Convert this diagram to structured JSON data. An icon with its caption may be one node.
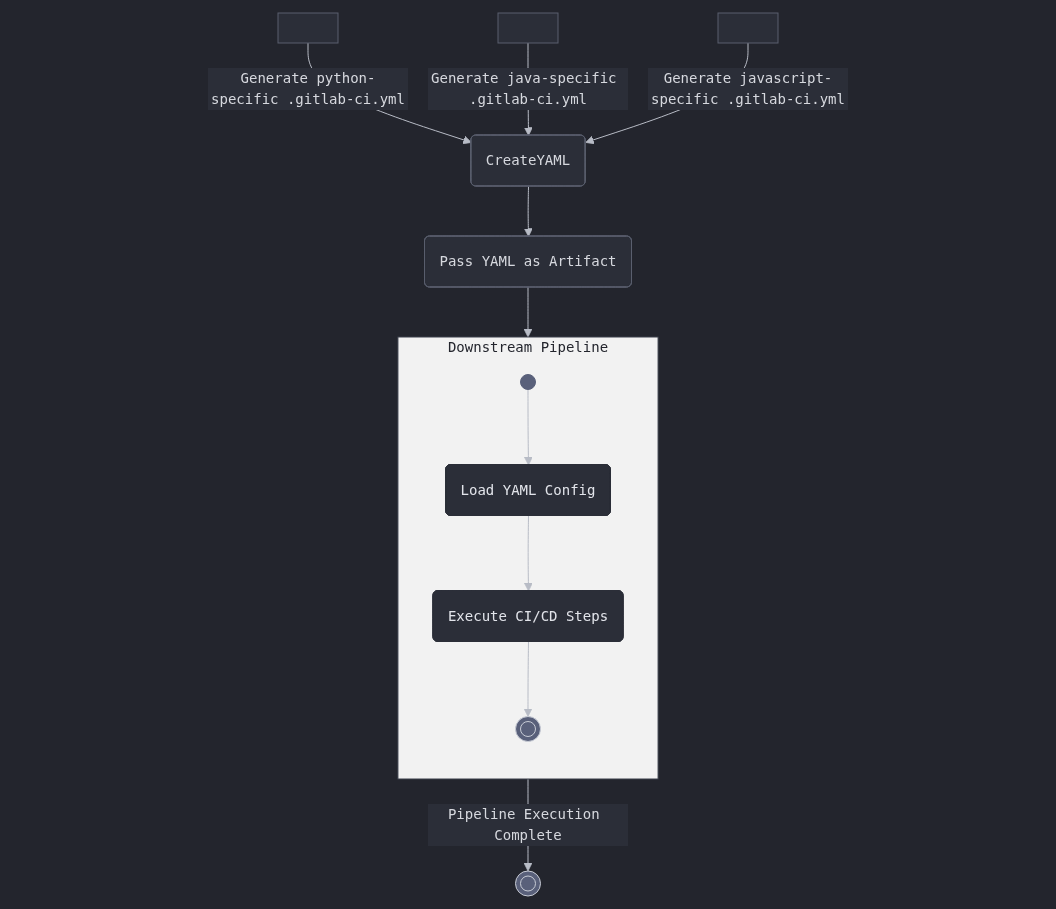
{
  "diagram": {
    "nodes": [
      {
        "text": [],
        "shape": "box"
      },
      {
        "text": [],
        "shape": "box"
      },
      {
        "text": [],
        "shape": "box"
      },
      {
        "text": [
          "CreateYAML"
        ]
      },
      {
        "text": [
          "Pass YAML as Artifact"
        ]
      },
      {
        "text": [
          "Downstream Pipeline"
        ]
      },
      {
        "text": [],
        "shape": "circle",
        "in": 5
      },
      {
        "text": [
          "Load YAML Config"
        ],
        "in": 5
      },
      {
        "text": [
          "Execute CI/CD Steps"
        ],
        "in": 5
      },
      {
        "text": [],
        "shape": "circle",
        "in": 5
      },
      {
        "text": [],
        "shape": "circle"
      }
    ],
    "edges": [
      {
        "from": 0,
        "to": 3,
        "arrow": "to",
        "label": "Generate python-specific .gitlab-ci.yml"
      },
      {
        "from": 1,
        "to": 3,
        "arrow": "to",
        "label": "Generate java-specific .gitlab-ci.yml"
      },
      {
        "from": 2,
        "to": 3,
        "arrow": "to",
        "label": "Generate javascript-specific .gitlab-ci.yml"
      },
      {
        "from": 3,
        "to": 4,
        "arrow": "to"
      },
      {
        "from": 4,
        "to": 5,
        "arrow": "to"
      },
      {
        "from": 6,
        "to": 7,
        "arrow": "to"
      },
      {
        "from": 7,
        "to": 8,
        "arrow": "to"
      },
      {
        "from": 8,
        "to": 9,
        "arrow": "to"
      },
      {
        "from": 5,
        "to": 10,
        "arrow": "to",
        "label": "Pipeline Execution Complete"
      }
    ]
  }
}
